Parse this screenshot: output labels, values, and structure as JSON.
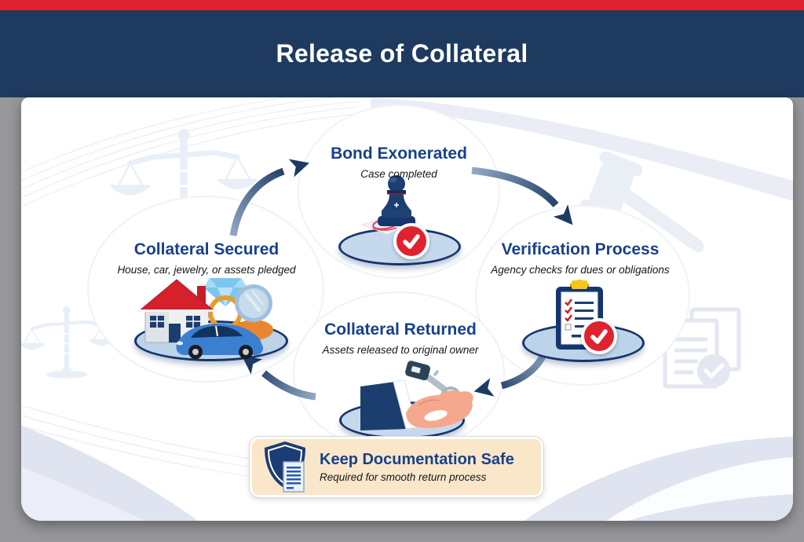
{
  "header": {
    "title": "Release of Collateral"
  },
  "steps": [
    {
      "title": "Collateral Secured",
      "subtitle": "House, car, jewelry, or assets pledged",
      "icon": "pledged-assets-icon"
    },
    {
      "title": "Bond Exonerated",
      "subtitle": "Case completed",
      "icon": "rubber-stamp-icon"
    },
    {
      "title": "Verification Process",
      "subtitle": "Agency checks for dues or obligations",
      "icon": "clipboard-checklist-icon"
    },
    {
      "title": "Collateral Returned",
      "subtitle": "Assets released to original owner",
      "icon": "hand-with-key-icon"
    }
  ],
  "note": {
    "title": "Keep Documentation Safe",
    "subtitle": "Required for smooth return process",
    "icon": "shield-document-icon"
  },
  "decor_icons": [
    "scales-of-justice-watermark",
    "gavel-watermark",
    "document-check-watermark"
  ],
  "colors": {
    "accent_red": "#E0222F",
    "header_navy": "#1E3A5F",
    "title_blue": "#17418C",
    "platform_blue": "#BCD3E9",
    "platform_border": "#16356E",
    "note_cream": "#FAE6C8",
    "frame_gray": "#98989B",
    "arrow_navy": "#1C3A63"
  }
}
